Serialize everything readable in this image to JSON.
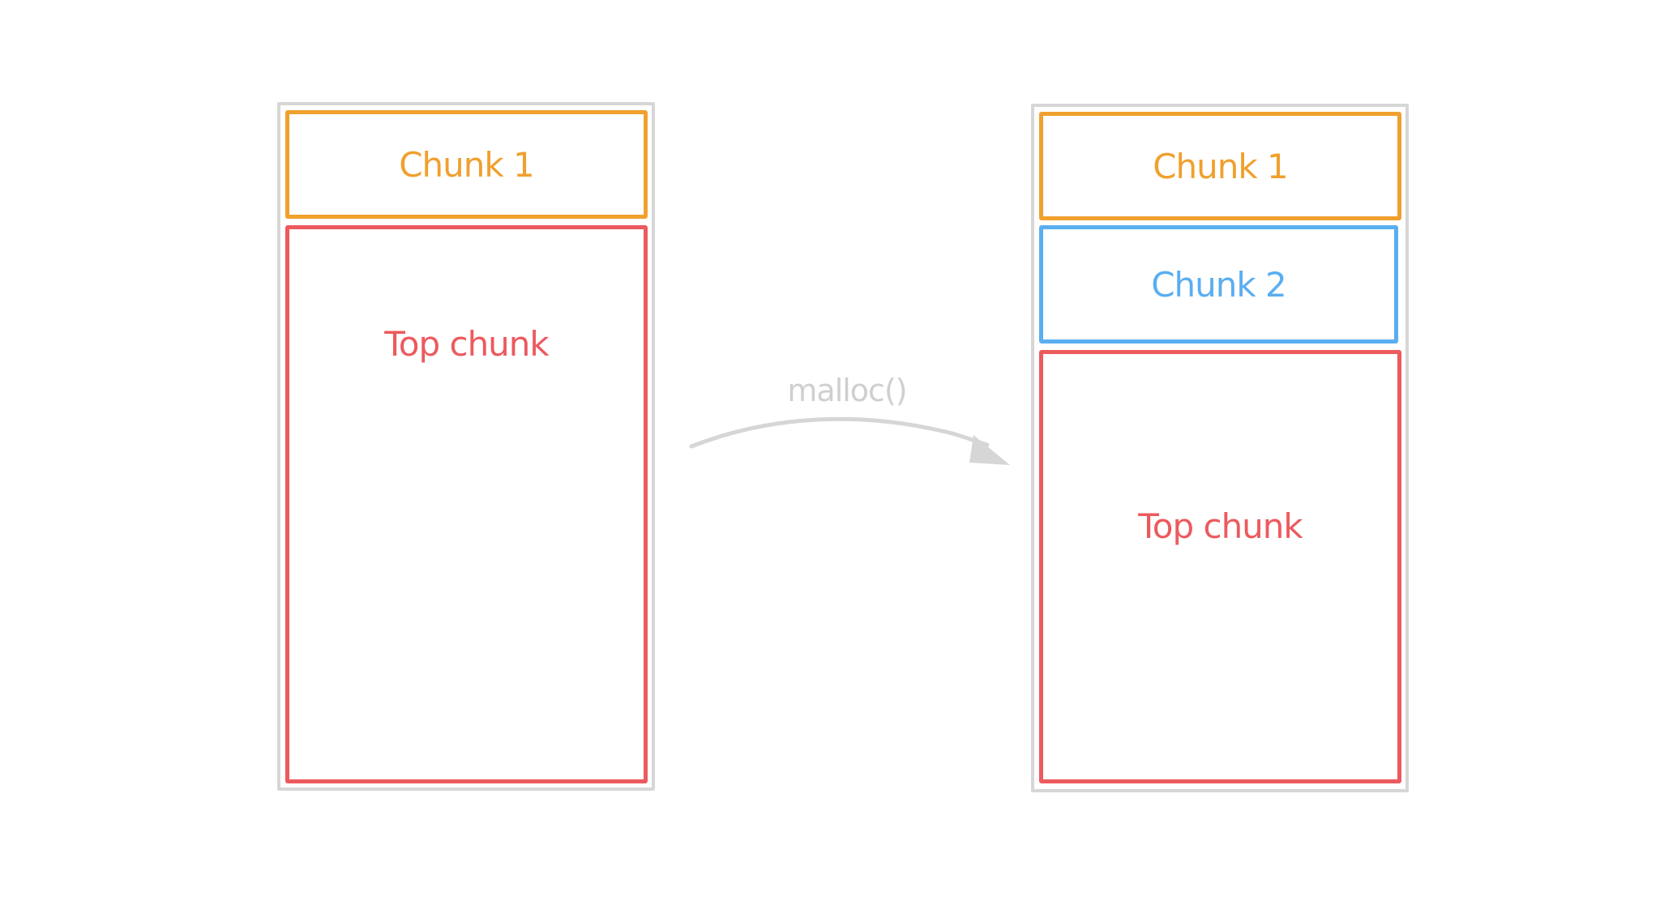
{
  "diagram": {
    "before": {
      "chunks": [
        {
          "label": "Chunk 1",
          "color": "#f0a02e"
        },
        {
          "label": "Top chunk",
          "color": "#ec5a5e"
        }
      ]
    },
    "transition": {
      "label": "malloc()",
      "color": "#cfcfcf"
    },
    "after": {
      "chunks": [
        {
          "label": "Chunk 1",
          "color": "#f0a02e"
        },
        {
          "label": "Chunk 2",
          "color": "#5aaef0"
        },
        {
          "label": "Top chunk",
          "color": "#ec5a5e"
        }
      ]
    },
    "heap_border_color": "#d6d6d6"
  }
}
